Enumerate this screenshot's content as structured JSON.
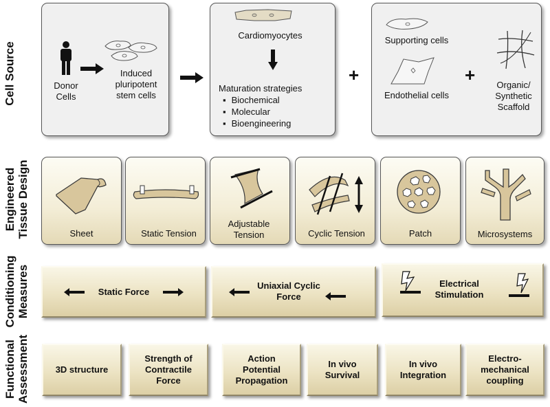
{
  "rows": {
    "cell_source": "Cell Source",
    "tissue_design": "Engineered Tissue Design",
    "conditioning": "Conditioning Measures",
    "functional": "Functional Assessment"
  },
  "cell_source": {
    "donor_cells": "Donor Cells",
    "ipsc": "Induced pluripotent stem cells",
    "cardiomyocytes": "Cardiomyocytes",
    "maturation_title": "Maturation strategies",
    "maturation_items": [
      "Biochemical",
      "Molecular",
      "Bioengineering"
    ],
    "supporting_cells": "Supporting cells",
    "endothelial_cells": "Endothelial cells",
    "scaffold": "Organic/ Synthetic Scaffold",
    "plus": "+"
  },
  "designs": [
    "Sheet",
    "Static Tension",
    "Adjustable Tension",
    "Cyclic Tension",
    "Patch",
    "Microsystems"
  ],
  "conditioning": [
    "Static Force",
    "Uniaxial Cyclic Force",
    "Electrical Stimulation"
  ],
  "assessments": [
    "3D structure",
    "Strength of Contractile Force",
    "Action Potential Propagation",
    "In vivo Survival",
    "In vivo Integration",
    "Electro-mechanical coupling"
  ],
  "colors": {
    "tissue": "#d8c69c",
    "tissue_stroke": "#3a3a3a",
    "tan_panel": "#ece3c3",
    "box_fill": "#f0f0f0"
  }
}
